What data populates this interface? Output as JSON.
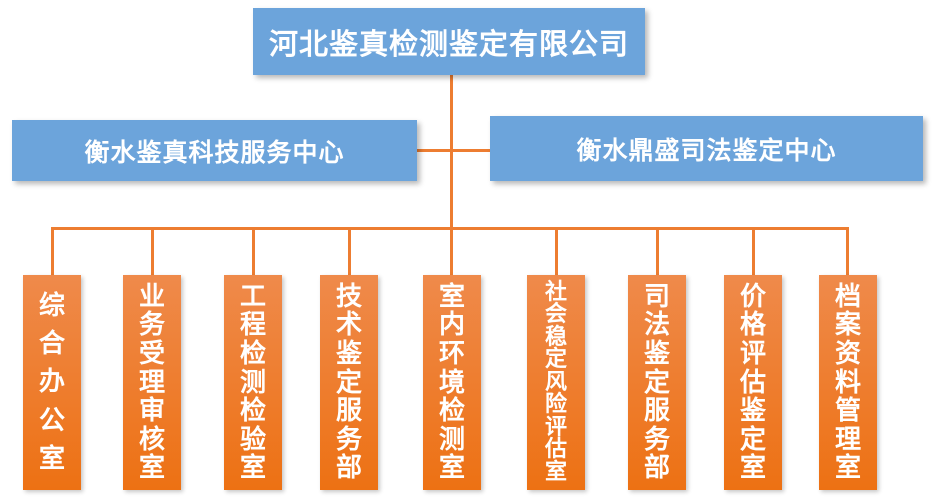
{
  "org_chart": {
    "root": {
      "label": "河北鉴真检测鉴定有限公司"
    },
    "centers": [
      {
        "label": "衡水鉴真科技服务中心"
      },
      {
        "label": "衡水鼎盛司法鉴定中心"
      }
    ],
    "departments": [
      {
        "label": "综合办公室"
      },
      {
        "label": "业务受理审核室"
      },
      {
        "label": "工程检测检验室"
      },
      {
        "label": "技术鉴定服务部"
      },
      {
        "label": "室内环境检测室"
      },
      {
        "label": "社会稳定风险评估室"
      },
      {
        "label": "司法鉴定服务部"
      },
      {
        "label": "价格评估鉴定室"
      },
      {
        "label": "档案资料管理室"
      }
    ],
    "colors": {
      "node_blue": "#6CA4DB",
      "node_orange_top": "#EF8A4B",
      "node_orange_bottom": "#ED7113",
      "connector": "#ED7D31",
      "text": "#FFFFFF"
    }
  }
}
